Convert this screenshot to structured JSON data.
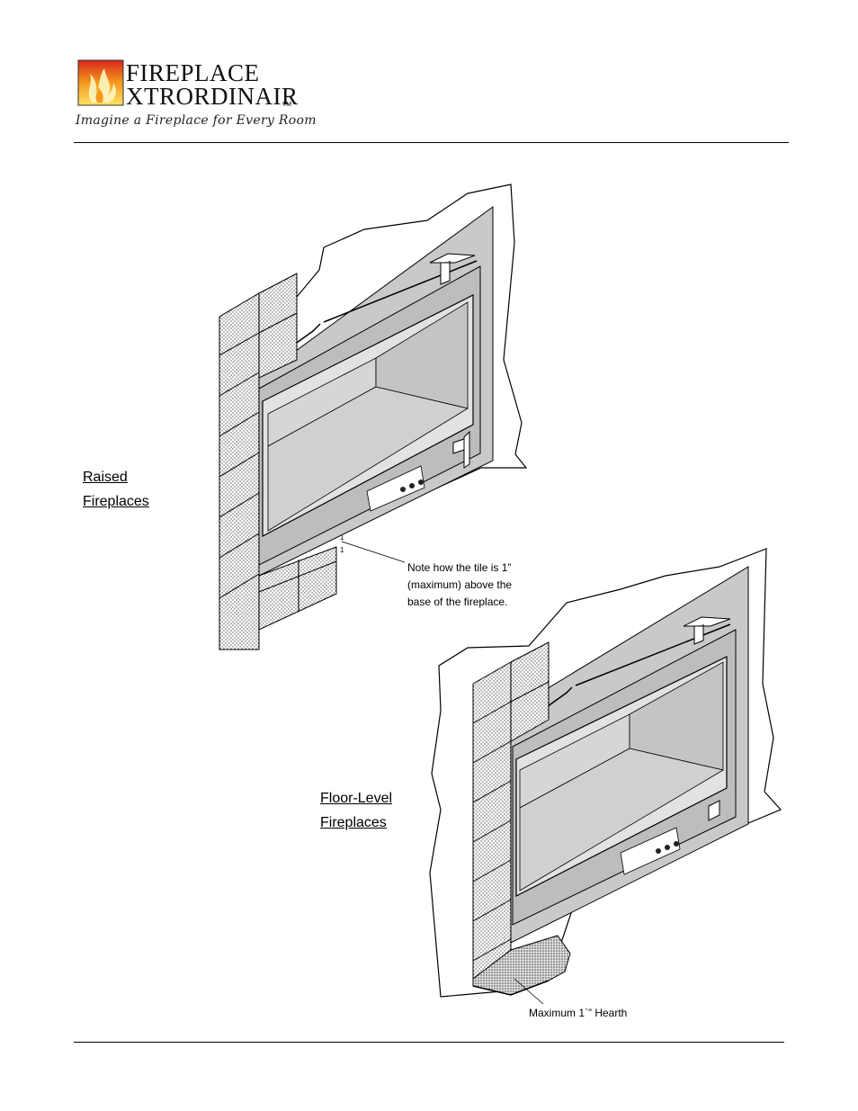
{
  "header": {
    "brand_line1": "FIREPLACE",
    "brand_line2": "XTRORDINAIR",
    "trademark": "TM",
    "tagline": "Imagine a Fireplace for Every Room"
  },
  "raised": {
    "label_line1": "Raised",
    "label_line2": "Fireplaces",
    "note_line1": "Note how the tile is 1”",
    "note_line2": "(maximum) above the",
    "note_line3": "base of the fireplace."
  },
  "floor": {
    "label_line1": "Floor-Level",
    "label_line2": "Fireplaces",
    "hearth_note": "Maximum 1`” Hearth"
  },
  "colors": {
    "flame_red": "#d9261c",
    "flame_orange": "#f39a1e",
    "flame_yellow": "#ffd84a",
    "panel_gray": "#c9c9c9",
    "box_gray": "#b8b8b8"
  }
}
